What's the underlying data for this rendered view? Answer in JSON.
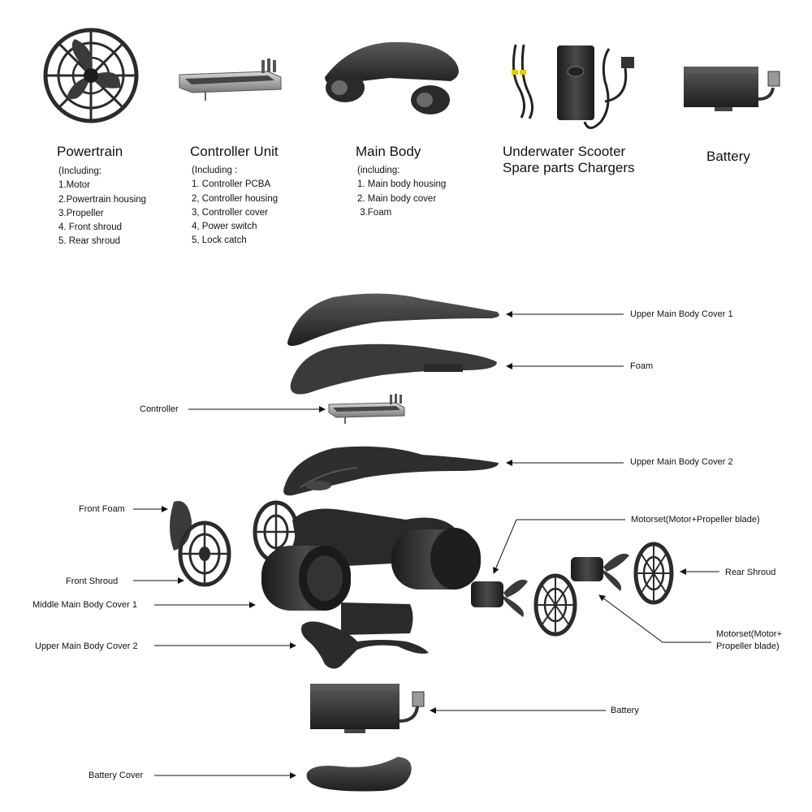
{
  "categories": [
    {
      "title": [
        "Powertrain"
      ],
      "items": [
        "(Including:",
        "1.Motor",
        "2.Powertrain housing",
        "3.Propeller",
        "4. Front shroud",
        "5. Rear shroud"
      ]
    },
    {
      "title": [
        "Controller Unit"
      ],
      "items": [
        "(Including :",
        "1. Controller PCBA",
        "2, Controller housing",
        "3, Controller cover",
        "4, Power switch",
        "5, Lock catch"
      ]
    },
    {
      "title": [
        "Main Body"
      ],
      "items": [
        "(including:",
        "1. Main body housing",
        "2. Main body cover",
        " 3.Foam"
      ]
    },
    {
      "title": [
        "Underwater Scooter",
        "Spare parts Chargers"
      ],
      "items": []
    },
    {
      "title": [
        "Battery"
      ],
      "items": []
    }
  ],
  "callouts": {
    "upper_main_body_cover_1": "Upper Main Body Cover 1",
    "foam": "Foam",
    "controller": "Controller",
    "upper_main_body_cover_2_right": "Upper Main Body Cover 2",
    "motorset_top": "Motorset(Motor+Propeller blade)",
    "front_foam": "Front Foam",
    "rear_shroud": "Rear Shroud",
    "front_shroud": "Front Shroud",
    "middle_main_body_cover_1": "Middle Main Body Cover 1",
    "motorset_bottom": [
      "Motorset(Motor+",
      "Propeller blade)"
    ],
    "upper_main_body_cover_2_left": "Upper Main Body Cover 2",
    "battery": "Battery",
    "battery_cover": "Battery Cover"
  },
  "colors": {
    "part_dark": "#2b2b2b",
    "part_mid": "#4a4a4a",
    "part_light": "#8a8a8a",
    "line": "#111111"
  }
}
